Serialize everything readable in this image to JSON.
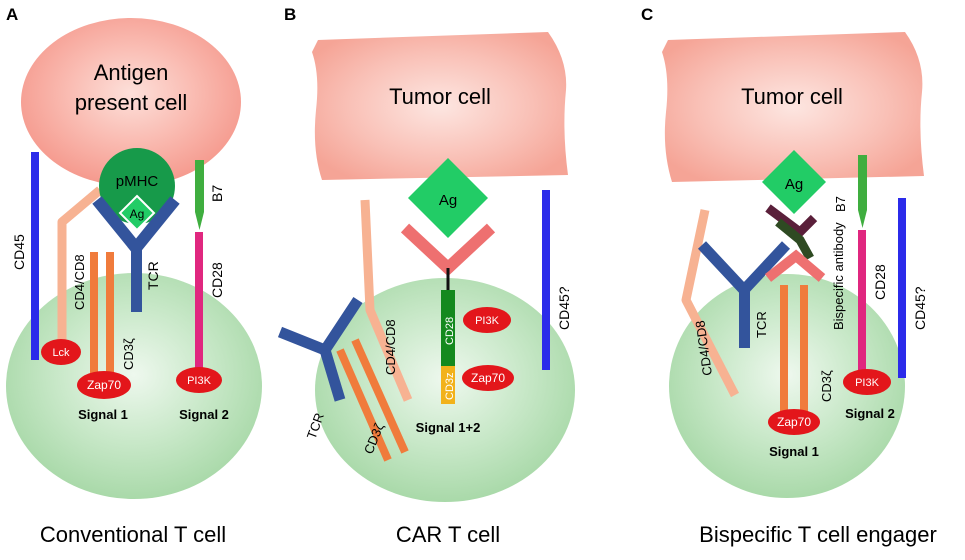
{
  "panels": {
    "a": {
      "letter": "A",
      "cell_title_line1": "Antigen",
      "cell_title_line2": "present cell",
      "pmhc": "pMHC",
      "ag": "Ag",
      "cd45": "CD45",
      "cd4cd8": "CD4/CD8",
      "tcr": "TCR",
      "b7": "B7",
      "cd28": "CD28",
      "cd3z": "CD3ζ",
      "lck": "Lck",
      "zap70": "Zap70",
      "pi3k": "PI3K",
      "signal1": "Signal 1",
      "signal2": "Signal 2",
      "caption": "Conventional T cell"
    },
    "b": {
      "letter": "B",
      "cell_title": "Tumor cell",
      "ag": "Ag",
      "cd45q": "CD45?",
      "cd4cd8": "CD4/CD8",
      "cd28": "CD28",
      "cd3z_car": "CD3z",
      "pi3k": "PI3K",
      "zap70": "Zap70",
      "tcr": "TCR",
      "cd3z": "CD3ζ",
      "signal12": "Signal 1+2",
      "caption": "CAR T cell"
    },
    "c": {
      "letter": "C",
      "cell_title": "Tumor cell",
      "ag": "Ag",
      "bispecific": "Bispecific antibody",
      "b7": "B7",
      "cd28": "CD28",
      "cd45q": "CD45?",
      "cd4cd8": "CD4/CD8",
      "tcr": "TCR",
      "cd3z": "CD3ζ",
      "pi3k": "PI3K",
      "zap70": "Zap70",
      "signal1": "Signal 1",
      "signal2": "Signal 2",
      "caption": "Bispecific T cell engager"
    }
  },
  "colors": {
    "apc": "#f7a49a",
    "tcell": "#bfe2bf",
    "green_ag": "#22cc66",
    "pmhc_green": "#179a4a",
    "cd45_blue": "#2b2bea",
    "tcr_blue": "#33549c",
    "cd4_salmon": "#f7b292",
    "cd3_orange": "#f07b3c",
    "cd28_pink": "#e0277f",
    "b7_green": "#3fae3f",
    "red_oval": "#e3161b",
    "car_red": "#ee7070",
    "car_green": "#14891e",
    "car_yellow": "#f2b21b",
    "bsab_dark": "#5a1f3a",
    "bsab_olive": "#2e4a22"
  }
}
